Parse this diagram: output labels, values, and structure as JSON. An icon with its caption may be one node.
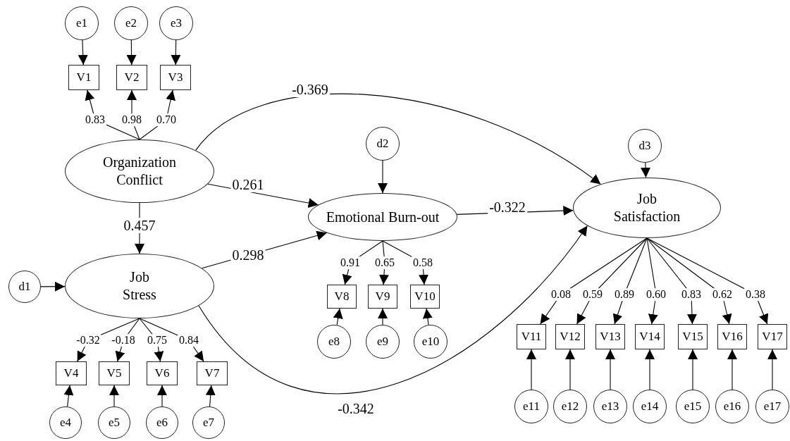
{
  "diagram": {
    "nodes": [
      {
        "text": [
          "e1"
        ]
      },
      {
        "text": [
          "e2"
        ]
      },
      {
        "text": [
          "e3"
        ]
      },
      {
        "text": [
          "V1"
        ]
      },
      {
        "text": [
          "V2"
        ]
      },
      {
        "text": [
          "V3"
        ]
      },
      {
        "text": [
          "Organization Conflict"
        ]
      },
      {
        "text": [
          "d2"
        ]
      },
      {
        "text": [
          "d3"
        ]
      },
      {
        "text": [
          "Emotional Burn-out"
        ]
      },
      {
        "text": [
          "Job Satisfaction"
        ]
      },
      {
        "text": [
          "d1"
        ]
      },
      {
        "text": [
          "Job Stress"
        ]
      },
      {
        "text": [
          "V8"
        ]
      },
      {
        "text": [
          "V9"
        ]
      },
      {
        "text": [
          "V10"
        ]
      },
      {
        "text": [
          "e8"
        ]
      },
      {
        "text": [
          "e9"
        ]
      },
      {
        "text": [
          "e10"
        ]
      },
      {
        "text": [
          "V4"
        ]
      },
      {
        "text": [
          "V5"
        ]
      },
      {
        "text": [
          "V6"
        ]
      },
      {
        "text": [
          "V7"
        ]
      },
      {
        "text": [
          "V11"
        ]
      },
      {
        "text": [
          "V12"
        ]
      },
      {
        "text": [
          "V13"
        ]
      },
      {
        "text": [
          "V14"
        ]
      },
      {
        "text": [
          "V15"
        ]
      },
      {
        "text": [
          "V16"
        ]
      },
      {
        "text": [
          "V17"
        ]
      },
      {
        "text": [
          "e11"
        ]
      },
      {
        "text": [
          "e12"
        ]
      },
      {
        "text": [
          "e13"
        ]
      },
      {
        "text": [
          "e14"
        ]
      },
      {
        "text": [
          "e15"
        ]
      },
      {
        "text": [
          "e16"
        ]
      },
      {
        "text": [
          "e17"
        ]
      },
      {
        "text": [
          "e4"
        ]
      },
      {
        "text": [
          "e5"
        ]
      },
      {
        "text": [
          "e6"
        ]
      },
      {
        "text": [
          "e7"
        ]
      }
    ],
    "edges": [
      {
        "from": 0,
        "to": 3,
        "arrow": "to"
      },
      {
        "from": 1,
        "to": 4,
        "arrow": "to"
      },
      {
        "from": 2,
        "to": 5,
        "arrow": "to"
      },
      {
        "from": 6,
        "to": 3,
        "arrow": "to",
        "label": "0.83"
      },
      {
        "from": 6,
        "to": 4,
        "arrow": "to",
        "label": "0.98"
      },
      {
        "from": 6,
        "to": 5,
        "arrow": "to",
        "label": "0.70"
      },
      {
        "from": 6,
        "to": 10,
        "arrow": "to",
        "label": "-0.369"
      },
      {
        "from": 7,
        "to": 9,
        "arrow": "to"
      },
      {
        "from": 8,
        "to": 10,
        "arrow": "to"
      },
      {
        "from": 6,
        "to": 9,
        "arrow": "to",
        "label": "0.261"
      },
      {
        "from": 9,
        "to": 10,
        "arrow": "to",
        "label": "-0.322"
      },
      {
        "from": 6,
        "to": 12,
        "arrow": "to",
        "label": "0.457"
      },
      {
        "from": 11,
        "to": 12,
        "arrow": "to"
      },
      {
        "from": 12,
        "to": 9,
        "arrow": "to",
        "label": "0.298"
      },
      {
        "from": 9,
        "to": 13,
        "arrow": "to",
        "label": "0.91"
      },
      {
        "from": 9,
        "to": 14,
        "arrow": "to",
        "label": "0.65"
      },
      {
        "from": 9,
        "to": 15,
        "arrow": "to",
        "label": "0.58"
      },
      {
        "from": 16,
        "to": 13,
        "arrow": "to"
      },
      {
        "from": 17,
        "to": 14,
        "arrow": "to"
      },
      {
        "from": 18,
        "to": 15,
        "arrow": "to"
      },
      {
        "from": 10,
        "to": 23,
        "arrow": "to",
        "label": "0.08"
      },
      {
        "from": 10,
        "to": 24,
        "arrow": "to",
        "label": "0.59"
      },
      {
        "from": 10,
        "to": 25,
        "arrow": "to",
        "label": "0.89"
      },
      {
        "from": 10,
        "to": 26,
        "arrow": "to",
        "label": "0.60"
      },
      {
        "from": 10,
        "to": 27,
        "arrow": "to",
        "label": "0.83"
      },
      {
        "from": 10,
        "to": 28,
        "arrow": "to",
        "label": "0.62"
      },
      {
        "from": 10,
        "to": 29,
        "arrow": "to",
        "label": "0.38"
      },
      {
        "from": 30,
        "to": 23,
        "arrow": "to"
      },
      {
        "from": 31,
        "to": 24,
        "arrow": "to"
      },
      {
        "from": 32,
        "to": 25,
        "arrow": "to"
      },
      {
        "from": 33,
        "to": 26,
        "arrow": "to"
      },
      {
        "from": 34,
        "to": 27,
        "arrow": "to"
      },
      {
        "from": 35,
        "to": 28,
        "arrow": "to"
      },
      {
        "from": 36,
        "to": 29,
        "arrow": "to"
      },
      {
        "from": 12,
        "to": 19,
        "arrow": "to",
        "label": "-0.32"
      },
      {
        "from": 12,
        "to": 20,
        "arrow": "to",
        "label": "-0.18"
      },
      {
        "from": 12,
        "to": 21,
        "arrow": "to",
        "label": "0.75"
      },
      {
        "from": 12,
        "to": 22,
        "arrow": "to",
        "label": "0.84"
      },
      {
        "from": 37,
        "to": 19,
        "arrow": "to"
      },
      {
        "from": 38,
        "to": 20,
        "arrow": "to"
      },
      {
        "from": 39,
        "to": 21,
        "arrow": "to"
      },
      {
        "from": 40,
        "to": 22,
        "arrow": "to"
      },
      {
        "from": 12,
        "to": 10,
        "arrow": "to",
        "label": "-0.342"
      }
    ]
  }
}
